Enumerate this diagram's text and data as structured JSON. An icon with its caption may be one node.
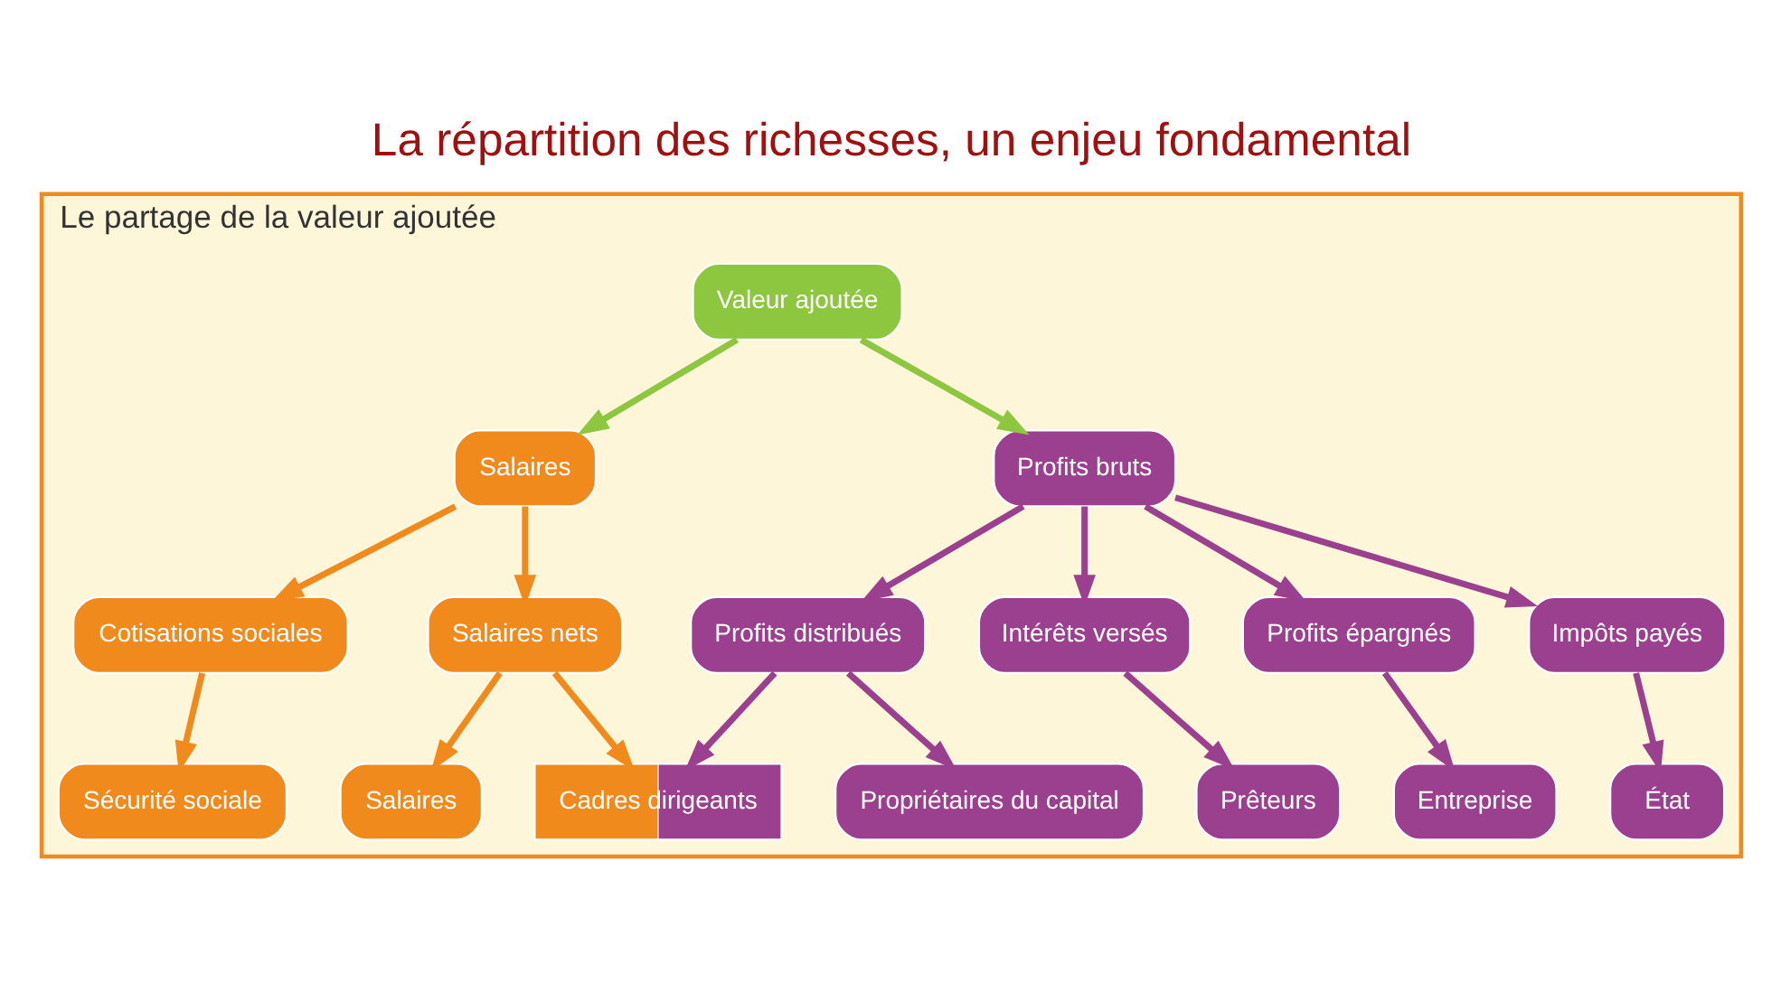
{
  "diagram": {
    "title": "La répartition des richesses, un enjeu fondamental",
    "nodes": [
      {
        "text": [
          "Le partage de la valeur ajoutée"
        ]
      },
      {
        "text": [
          "Valeur ajoutée"
        ],
        "in": 0
      },
      {
        "text": [
          "Salaires"
        ],
        "in": 0
      },
      {
        "text": [
          "Profits bruts"
        ],
        "in": 0
      },
      {
        "text": [
          "Cotisations sociales"
        ],
        "in": 0
      },
      {
        "text": [
          "Salaires nets"
        ],
        "in": 0
      },
      {
        "text": [
          "Profits distribués"
        ],
        "in": 0
      },
      {
        "text": [
          "Intérêts versés"
        ],
        "in": 0
      },
      {
        "text": [
          "Profits épargnés"
        ],
        "in": 0
      },
      {
        "text": [
          "Impôts payés"
        ],
        "in": 0
      },
      {
        "text": [
          "Sécurité sociale"
        ],
        "in": 0
      },
      {
        "text": [
          "Salaires"
        ],
        "in": 0
      },
      {
        "text": [
          "Cadres dirigeants"
        ],
        "in": 0
      },
      {
        "text": [
          "Propriétaires du capital"
        ],
        "in": 0
      },
      {
        "text": [
          "Prêteurs"
        ],
        "in": 0
      },
      {
        "text": [
          "Entreprise"
        ],
        "in": 0
      },
      {
        "text": [
          "État"
        ],
        "in": 0
      }
    ],
    "edges": [
      {
        "from": 1,
        "to": 2,
        "arrow": "to",
        "color": "#8dc63f"
      },
      {
        "from": 1,
        "to": 3,
        "arrow": "to",
        "color": "#8dc63f"
      },
      {
        "from": 2,
        "to": 4,
        "arrow": "to",
        "color": "#f08a1c"
      },
      {
        "from": 2,
        "to": 5,
        "arrow": "to",
        "color": "#f08a1c"
      },
      {
        "from": 3,
        "to": 6,
        "arrow": "to"
      },
      {
        "from": 3,
        "to": 7,
        "arrow": "to"
      },
      {
        "from": 3,
        "to": 8,
        "arrow": "to"
      },
      {
        "from": 3,
        "to": 9,
        "arrow": "to"
      },
      {
        "from": 4,
        "to": 10,
        "arrow": "to",
        "color": "#f08a1c"
      },
      {
        "from": 5,
        "to": 11,
        "arrow": "to",
        "color": "#f08a1c"
      },
      {
        "from": 5,
        "to": 12,
        "arrow": "to",
        "color": "#f08a1c"
      },
      {
        "from": 6,
        "to": 12,
        "arrow": "to"
      },
      {
        "from": 6,
        "to": 13,
        "arrow": "to"
      },
      {
        "from": 7,
        "to": 14,
        "arrow": "to"
      },
      {
        "from": 8,
        "to": 15,
        "arrow": "to"
      },
      {
        "from": 9,
        "to": 16,
        "arrow": "to"
      }
    ]
  }
}
